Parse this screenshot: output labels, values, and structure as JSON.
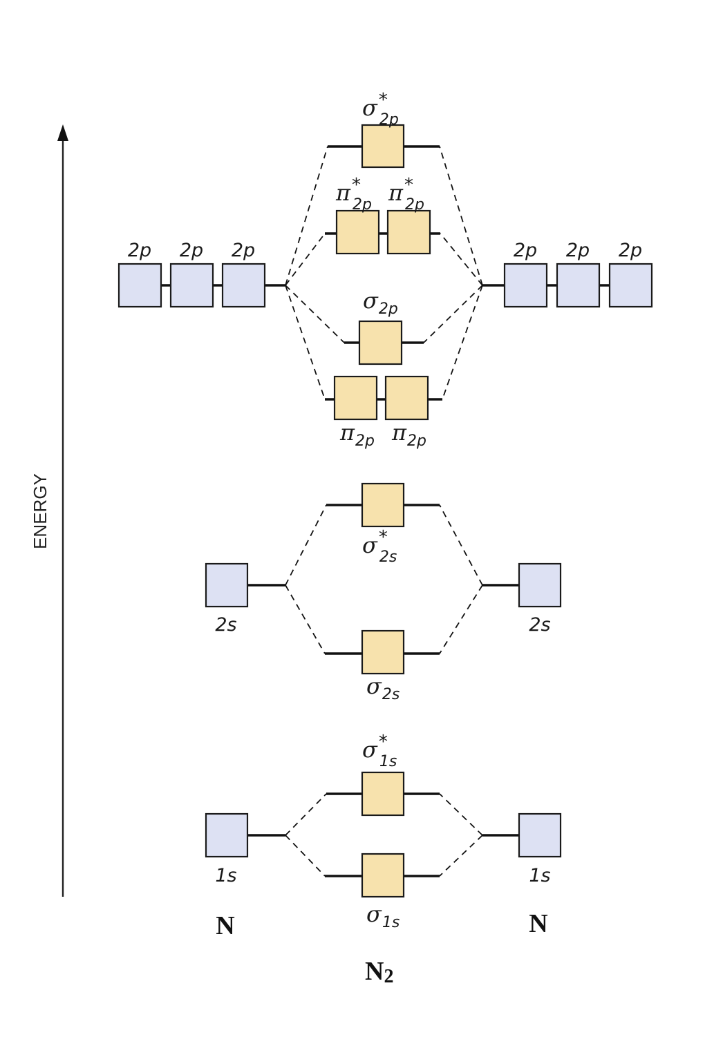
{
  "title": "Molecular orbital energy diagram for N2",
  "axis": {
    "label": "ENERGY",
    "direction": "up"
  },
  "atoms": {
    "left": "N",
    "right": "N",
    "molecule": "N",
    "molecule_subscript": "2"
  },
  "colors": {
    "atomic_orbital_fill": "#dde1f3",
    "molecular_orbital_fill": "#f7e2ad",
    "line": "#111111"
  },
  "atomic_orbitals": {
    "left": [
      {
        "label": "1s",
        "count": 1
      },
      {
        "label": "2s",
        "count": 1
      },
      {
        "label": "2p",
        "count": 3
      }
    ],
    "right": [
      {
        "label": "1s",
        "count": 1
      },
      {
        "label": "2s",
        "count": 1
      },
      {
        "label": "2p",
        "count": 3
      }
    ]
  },
  "molecular_orbitals": [
    {
      "id": "sigma1s",
      "symbol": "σ",
      "subscript": "1s",
      "antibonding": false,
      "count": 1,
      "energy_rank": 1
    },
    {
      "id": "sigma1s_star",
      "symbol": "σ",
      "subscript": "1s",
      "antibonding": true,
      "count": 1,
      "energy_rank": 2
    },
    {
      "id": "sigma2s",
      "symbol": "σ",
      "subscript": "2s",
      "antibonding": false,
      "count": 1,
      "energy_rank": 3
    },
    {
      "id": "sigma2s_star",
      "symbol": "σ",
      "subscript": "2s",
      "antibonding": true,
      "count": 1,
      "energy_rank": 4
    },
    {
      "id": "pi2p",
      "symbol": "π",
      "subscript": "2p",
      "antibonding": false,
      "count": 2,
      "energy_rank": 5
    },
    {
      "id": "sigma2p",
      "symbol": "σ",
      "subscript": "2p",
      "antibonding": false,
      "count": 1,
      "energy_rank": 6
    },
    {
      "id": "pi2p_star",
      "symbol": "π",
      "subscript": "2p",
      "antibonding": true,
      "count": 2,
      "energy_rank": 7
    },
    {
      "id": "sigma2p_star",
      "symbol": "σ",
      "subscript": "2p",
      "antibonding": true,
      "count": 1,
      "energy_rank": 8
    }
  ],
  "star_glyph": "*"
}
